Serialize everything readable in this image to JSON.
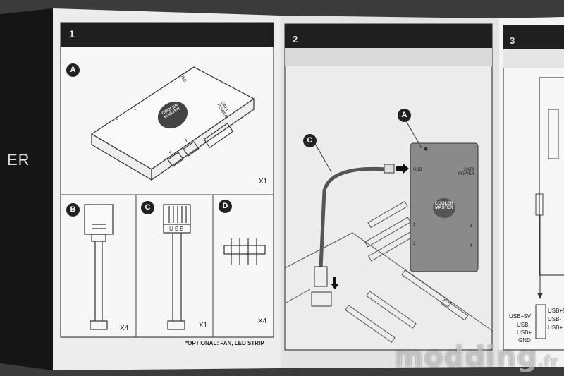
{
  "left_panel": {
    "text": "ER"
  },
  "panel1": {
    "number": "1",
    "hub_label": "A",
    "hub_quantity": "X1",
    "parts": [
      {
        "label": "B",
        "quantity": "X4"
      },
      {
        "label": "C",
        "quantity": "X1"
      },
      {
        "label": "D",
        "quantity": "X4"
      }
    ],
    "footnote": "*OPTIONAL: FAN, LED STRIP",
    "hub_ports": {
      "usb": "USB",
      "sata": "SATA\nPOWER",
      "ports": [
        "1",
        "2",
        "3",
        "4"
      ]
    },
    "logo": "COOLER\nMASTER",
    "cable_c_text": "USB"
  },
  "panel2": {
    "number": "2",
    "callouts": [
      "A",
      "C"
    ],
    "hub_ports": {
      "usb": "USB",
      "sata": "SATA\nPOWER",
      "ports": [
        "1",
        "2",
        "3",
        "4"
      ]
    },
    "logo": "COOLER\nMASTER"
  },
  "panel3": {
    "number": "3",
    "pin_labels_left": [
      "USB+5V",
      "USB-",
      "USB+",
      "GND"
    ],
    "pin_labels_right": [
      "USB+5",
      "USB-",
      "USB+"
    ]
  },
  "watermark": {
    "text": "modding",
    "tld": ".fr"
  },
  "colors": {
    "paper": "#f2f2f2",
    "header": "#1f1f1f",
    "backdrop": "#3b3b3b",
    "hub_grey": "#8a8a8a"
  }
}
